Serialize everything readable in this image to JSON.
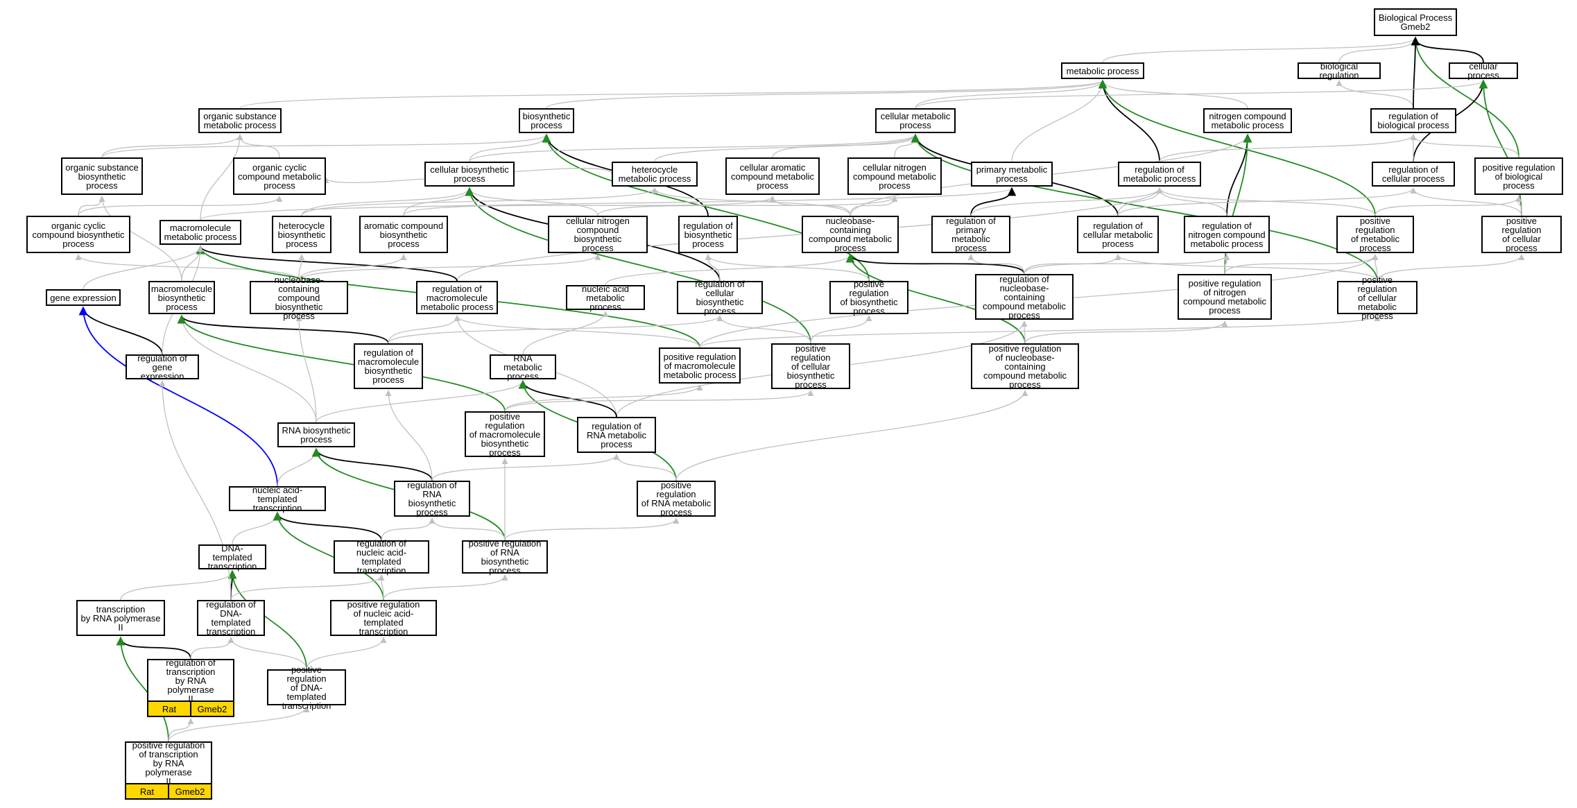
{
  "graph": {
    "colors": {
      "edge_default": "#c0c0c0",
      "edge_is_a": "#000000",
      "edge_positive": "#228B22",
      "edge_part": "#0000FF",
      "annotation_fill": "#FFD700",
      "node_border": "#000000"
    },
    "nodes": [
      {
        "id": "bp",
        "label": "Biological Process\nGmeb2"
      },
      {
        "id": "metab",
        "label": "metabolic process"
      },
      {
        "id": "bioreg",
        "label": "biological regulation"
      },
      {
        "id": "cellproc",
        "label": "cellular process"
      },
      {
        "id": "orgsub",
        "label": "organic substance\nmetabolic process"
      },
      {
        "id": "biosyn",
        "label": "biosynthetic\nprocess"
      },
      {
        "id": "cellmet",
        "label": "cellular metabolic\nprocess"
      },
      {
        "id": "nitcomp",
        "label": "nitrogen compound\nmetabolic process"
      },
      {
        "id": "regbio",
        "label": "regulation of\nbiological process"
      },
      {
        "id": "orgsubbio",
        "label": "organic substance\nbiosynthetic\nprocess"
      },
      {
        "id": "orgcyc",
        "label": "organic cyclic\ncompound metabolic\nprocess"
      },
      {
        "id": "cellbio",
        "label": "cellular biosynthetic\nprocess"
      },
      {
        "id": "hetmet",
        "label": "heterocycle\nmetabolic process"
      },
      {
        "id": "cellarom",
        "label": "cellular aromatic\ncompound metabolic\nprocess"
      },
      {
        "id": "cellnit",
        "label": "cellular nitrogen\ncompound metabolic\nprocess"
      },
      {
        "id": "primmet",
        "label": "primary metabolic\nprocess"
      },
      {
        "id": "regmet",
        "label": "regulation of\nmetabolic process"
      },
      {
        "id": "regcell",
        "label": "regulation of\ncellular process"
      },
      {
        "id": "posregbio",
        "label": "positive regulation\nof biological\nprocess"
      },
      {
        "id": "orgcycbio",
        "label": "organic cyclic\ncompound biosynthetic\nprocess"
      },
      {
        "id": "macromet",
        "label": "macromolecule\nmetabolic process"
      },
      {
        "id": "hetbio",
        "label": "heterocycle\nbiosynthetic\nprocess"
      },
      {
        "id": "arombio",
        "label": "aromatic compound\nbiosynthetic\nprocess"
      },
      {
        "id": "cellnitbio",
        "label": "cellular nitrogen\ncompound biosynthetic\nprocess"
      },
      {
        "id": "regbiosyn",
        "label": "regulation of\nbiosynthetic\nprocess"
      },
      {
        "id": "nucbasemet",
        "label": "nucleobase-containing\ncompound metabolic\nprocess"
      },
      {
        "id": "regprim",
        "label": "regulation of\nprimary metabolic\nprocess"
      },
      {
        "id": "regcellmet",
        "label": "regulation of\ncellular metabolic\nprocess"
      },
      {
        "id": "regnit",
        "label": "regulation of\nnitrogen compound\nmetabolic process"
      },
      {
        "id": "posregmet",
        "label": "positive regulation\nof metabolic\nprocess"
      },
      {
        "id": "posregcell",
        "label": "positive regulation\nof cellular\nprocess"
      },
      {
        "id": "geneexp",
        "label": "gene expression"
      },
      {
        "id": "macrobio",
        "label": "macromolecule\nbiosynthetic\nprocess"
      },
      {
        "id": "nucbasebio",
        "label": "nucleobase-containing\ncompound biosynthetic\nprocess"
      },
      {
        "id": "regmacro",
        "label": "regulation of\nmacromolecule\nmetabolic process"
      },
      {
        "id": "nucacidmet",
        "label": "nucleic acid\nmetabolic process"
      },
      {
        "id": "regcellbio",
        "label": "regulation of\ncellular biosynthetic\nprocess"
      },
      {
        "id": "posregbiosyn",
        "label": "positive regulation\nof biosynthetic\nprocess"
      },
      {
        "id": "regnucbase",
        "label": "regulation of\nnucleobase-containing\ncompound metabolic\nprocess"
      },
      {
        "id": "posregnit",
        "label": "positive regulation\nof nitrogen\ncompound metabolic\nprocess"
      },
      {
        "id": "posregcellmet",
        "label": "positive regulation\nof cellular\nmetabolic process"
      },
      {
        "id": "reggeneexp",
        "label": "regulation of\ngene expression"
      },
      {
        "id": "regmacrobio",
        "label": "regulation of\nmacromolecule\nbiosynthetic\nprocess"
      },
      {
        "id": "rnamet",
        "label": "RNA metabolic\nprocess"
      },
      {
        "id": "posregmacro",
        "label": "positive regulation\nof macromolecule\nmetabolic process"
      },
      {
        "id": "posregcellbio",
        "label": "positive regulation\nof cellular\nbiosynthetic\nprocess"
      },
      {
        "id": "posregnucbase",
        "label": "positive regulation\nof nucleobase-containing\ncompound metabolic\nprocess"
      },
      {
        "id": "rnabio",
        "label": "RNA biosynthetic\nprocess"
      },
      {
        "id": "posregmacrobio",
        "label": "positive regulation\nof macromolecule\nbiosynthetic\nprocess"
      },
      {
        "id": "regrnamet",
        "label": "regulation of\nRNA metabolic\nprocess"
      },
      {
        "id": "nucacidtx",
        "label": "nucleic acid-templated\ntranscription"
      },
      {
        "id": "regrnabio",
        "label": "regulation of\nRNA biosynthetic\nprocess"
      },
      {
        "id": "posregrnamet",
        "label": "positive regulation\nof RNA metabolic\nprocess"
      },
      {
        "id": "dnatx",
        "label": "DNA-templated\ntranscription"
      },
      {
        "id": "regnucacidtx",
        "label": "regulation of\nnucleic acid-templated\ntranscription"
      },
      {
        "id": "posregrnabio",
        "label": "positive regulation\nof RNA biosynthetic\nprocess"
      },
      {
        "id": "txpol2",
        "label": "transcription\nby RNA polymerase\nII"
      },
      {
        "id": "regdnatx",
        "label": "regulation of\nDNA-templated\ntranscription"
      },
      {
        "id": "posregnucacidtx",
        "label": "positive regulation\nof nucleic acid-templated\ntranscription"
      },
      {
        "id": "regtxpol2",
        "label": "regulation of\ntranscription\nby RNA polymerase\nII",
        "annotations": [
          "Rat",
          "Gmeb2"
        ]
      },
      {
        "id": "posregdnatx",
        "label": "positive regulation\nof DNA-templated\ntranscription"
      },
      {
        "id": "posregtxpol2",
        "label": "positive regulation\nof transcription\nby RNA polymerase\nII",
        "annotations": [
          "Rat",
          "Gmeb2"
        ]
      }
    ],
    "edges": [
      [
        "metab",
        "bp",
        "g"
      ],
      [
        "bioreg",
        "bp",
        "g"
      ],
      [
        "cellproc",
        "bp",
        "k"
      ],
      [
        "posregbio",
        "bp",
        "G"
      ],
      [
        "orgsub",
        "metab",
        "g"
      ],
      [
        "biosyn",
        "metab",
        "g"
      ],
      [
        "cellmet",
        "metab",
        "g"
      ],
      [
        "primmet",
        "metab",
        "g"
      ],
      [
        "nitcomp",
        "metab",
        "g"
      ],
      [
        "regmet",
        "metab",
        "k"
      ],
      [
        "posregmet",
        "metab",
        "G"
      ],
      [
        "regbio",
        "bioreg",
        "g"
      ],
      [
        "regbio",
        "bp",
        "k"
      ],
      [
        "cellmet",
        "cellproc",
        "g"
      ],
      [
        "regcell",
        "cellproc",
        "k"
      ],
      [
        "posregcell",
        "cellproc",
        "G"
      ],
      [
        "orgsubbio",
        "orgsub",
        "g"
      ],
      [
        "orgcyc",
        "orgsub",
        "g"
      ],
      [
        "macromet",
        "orgsub",
        "g"
      ],
      [
        "orgsubbio",
        "biosyn",
        "g"
      ],
      [
        "cellbio",
        "biosyn",
        "g"
      ],
      [
        "regbiosyn",
        "biosyn",
        "k"
      ],
      [
        "posregbiosyn",
        "biosyn",
        "G"
      ],
      [
        "cellbio",
        "cellmet",
        "g"
      ],
      [
        "cellarom",
        "cellmet",
        "g"
      ],
      [
        "cellnit",
        "cellmet",
        "g"
      ],
      [
        "hetmet",
        "cellmet",
        "g"
      ],
      [
        "regcellmet",
        "cellmet",
        "k"
      ],
      [
        "posregcellmet",
        "cellmet",
        "G"
      ],
      [
        "nucbasemet",
        "nitcomp",
        "g"
      ],
      [
        "regnit",
        "nitcomp",
        "k"
      ],
      [
        "posregnit",
        "nitcomp",
        "G"
      ],
      [
        "regmet",
        "regbio",
        "g"
      ],
      [
        "regcell",
        "regbio",
        "g"
      ],
      [
        "posregbio",
        "regbio",
        "g"
      ],
      [
        "orgcycbio",
        "orgsubbio",
        "g"
      ],
      [
        "macrobio",
        "orgsubbio",
        "g"
      ],
      [
        "orgcycbio",
        "orgcyc",
        "g"
      ],
      [
        "hetmet",
        "orgcyc",
        "g"
      ],
      [
        "hetbio",
        "cellbio",
        "g"
      ],
      [
        "arombio",
        "cellbio",
        "g"
      ],
      [
        "cellnitbio",
        "cellbio",
        "g"
      ],
      [
        "regcellbio",
        "cellbio",
        "k"
      ],
      [
        "posregcellbio",
        "cellbio",
        "G"
      ],
      [
        "hetbio",
        "hetmet",
        "g"
      ],
      [
        "nucbasemet",
        "hetmet",
        "g"
      ],
      [
        "arombio",
        "cellarom",
        "g"
      ],
      [
        "nucbasemet",
        "cellarom",
        "g"
      ],
      [
        "cellnitbio",
        "cellnit",
        "g"
      ],
      [
        "nucbasemet",
        "cellnit",
        "g"
      ],
      [
        "macromet",
        "primmet",
        "g"
      ],
      [
        "regprim",
        "primmet",
        "k"
      ],
      [
        "regprim",
        "regmet",
        "g"
      ],
      [
        "regcellmet",
        "regmet",
        "g"
      ],
      [
        "regnit",
        "regmet",
        "g"
      ],
      [
        "posregmet",
        "regmet",
        "g"
      ],
      [
        "regmacro",
        "regmet",
        "g"
      ],
      [
        "regcellmet",
        "regcell",
        "g"
      ],
      [
        "posregcell",
        "regcell",
        "g"
      ],
      [
        "posregmet",
        "posregbio",
        "g"
      ],
      [
        "posregcell",
        "posregbio",
        "g"
      ],
      [
        "nucbasebio",
        "orgcycbio",
        "g"
      ],
      [
        "geneexp",
        "macromet",
        "g"
      ],
      [
        "macrobio",
        "macromet",
        "g"
      ],
      [
        "regmacro",
        "macromet",
        "k"
      ],
      [
        "posregmacro",
        "macromet",
        "G"
      ],
      [
        "nucbasebio",
        "hetbio",
        "g"
      ],
      [
        "nucbasebio",
        "arombio",
        "g"
      ],
      [
        "nucbasebio",
        "cellnitbio",
        "g"
      ],
      [
        "regcellbio",
        "regbiosyn",
        "g"
      ],
      [
        "posregbiosyn",
        "regbiosyn",
        "g"
      ],
      [
        "nucacidmet",
        "nucbasemet",
        "g"
      ],
      [
        "regnucbase",
        "nucbasemet",
        "k"
      ],
      [
        "posregnucbase",
        "nucbasemet",
        "G"
      ],
      [
        "regnucbase",
        "regprim",
        "g"
      ],
      [
        "regnucbase",
        "regcellmet",
        "g"
      ],
      [
        "regnucbase",
        "regnit",
        "g"
      ],
      [
        "posregcellmet",
        "regcellmet",
        "g"
      ],
      [
        "posregcellmet",
        "posregmet",
        "g"
      ],
      [
        "posregnit",
        "regnit",
        "g"
      ],
      [
        "posregnit",
        "posregmet",
        "g"
      ],
      [
        "posregcellmet",
        "posregcell",
        "g"
      ],
      [
        "reggeneexp",
        "geneexp",
        "k"
      ],
      [
        "nucacidtx",
        "geneexp",
        "B"
      ],
      [
        "rnabio",
        "macrobio",
        "g"
      ],
      [
        "regmacrobio",
        "macrobio",
        "k"
      ],
      [
        "posregmacrobio",
        "macrobio",
        "G"
      ],
      [
        "rnabio",
        "nucbasebio",
        "g"
      ],
      [
        "regmacrobio",
        "regmacro",
        "g"
      ],
      [
        "posregmacro",
        "regmacro",
        "g"
      ],
      [
        "regrnamet",
        "regmacro",
        "g"
      ],
      [
        "rnamet",
        "nucacidmet",
        "g"
      ],
      [
        "regmacrobio",
        "regcellbio",
        "g"
      ],
      [
        "posregcellbio",
        "regcellbio",
        "g"
      ],
      [
        "posregcellbio",
        "posregbiosyn",
        "g"
      ],
      [
        "regrnamet",
        "regnucbase",
        "g"
      ],
      [
        "posregnucbase",
        "regnucbase",
        "g"
      ],
      [
        "posregnucbase",
        "posregnit",
        "g"
      ],
      [
        "posregmacro",
        "posregmet",
        "g"
      ],
      [
        "posregmacro",
        "posregcellmet",
        "g"
      ],
      [
        "rnabio",
        "rnamet",
        "g"
      ],
      [
        "regrnamet",
        "rnamet",
        "k"
      ],
      [
        "posregrnamet",
        "rnamet",
        "G"
      ],
      [
        "posregmacrobio",
        "posregmacro",
        "g"
      ],
      [
        "posregmacrobio",
        "posregcellbio",
        "g"
      ],
      [
        "regrnabio",
        "regrnamet",
        "g"
      ],
      [
        "posregrnamet",
        "regrnamet",
        "g"
      ],
      [
        "posregrnamet",
        "posregnucbase",
        "g"
      ],
      [
        "nucacidtx",
        "rnabio",
        "g"
      ],
      [
        "regrnabio",
        "rnabio",
        "k"
      ],
      [
        "posregrnabio",
        "rnabio",
        "G"
      ],
      [
        "regrnabio",
        "regmacrobio",
        "g"
      ],
      [
        "posregrnabio",
        "posregmacrobio",
        "g"
      ],
      [
        "dnatx",
        "nucacidtx",
        "g"
      ],
      [
        "regnucacidtx",
        "nucacidtx",
        "k"
      ],
      [
        "posregnucacidtx",
        "nucacidtx",
        "G"
      ],
      [
        "regnucacidtx",
        "regrnabio",
        "g"
      ],
      [
        "posregrnabio",
        "regrnabio",
        "g"
      ],
      [
        "posregrnabio",
        "posregrnamet",
        "g"
      ],
      [
        "txpol2",
        "dnatx",
        "g"
      ],
      [
        "regdnatx",
        "dnatx",
        "k"
      ],
      [
        "posregdnatx",
        "dnatx",
        "G"
      ],
      [
        "regdnatx",
        "regnucacidtx",
        "g"
      ],
      [
        "posregnucacidtx",
        "regnucacidtx",
        "g"
      ],
      [
        "posregnucacidtx",
        "posregrnabio",
        "g"
      ],
      [
        "regtxpol2",
        "txpol2",
        "k"
      ],
      [
        "posregtxpol2",
        "txpol2",
        "G"
      ],
      [
        "regtxpol2",
        "regdnatx",
        "g"
      ],
      [
        "posregdnatx",
        "regdnatx",
        "g"
      ],
      [
        "posregdnatx",
        "posregnucacidtx",
        "g"
      ],
      [
        "posregtxpol2",
        "regtxpol2",
        "g"
      ],
      [
        "posregtxpol2",
        "posregdnatx",
        "g"
      ],
      [
        "reggeneexp",
        "macromet",
        "g"
      ],
      [
        "regdnatx",
        "reggeneexp",
        "g"
      ]
    ]
  }
}
